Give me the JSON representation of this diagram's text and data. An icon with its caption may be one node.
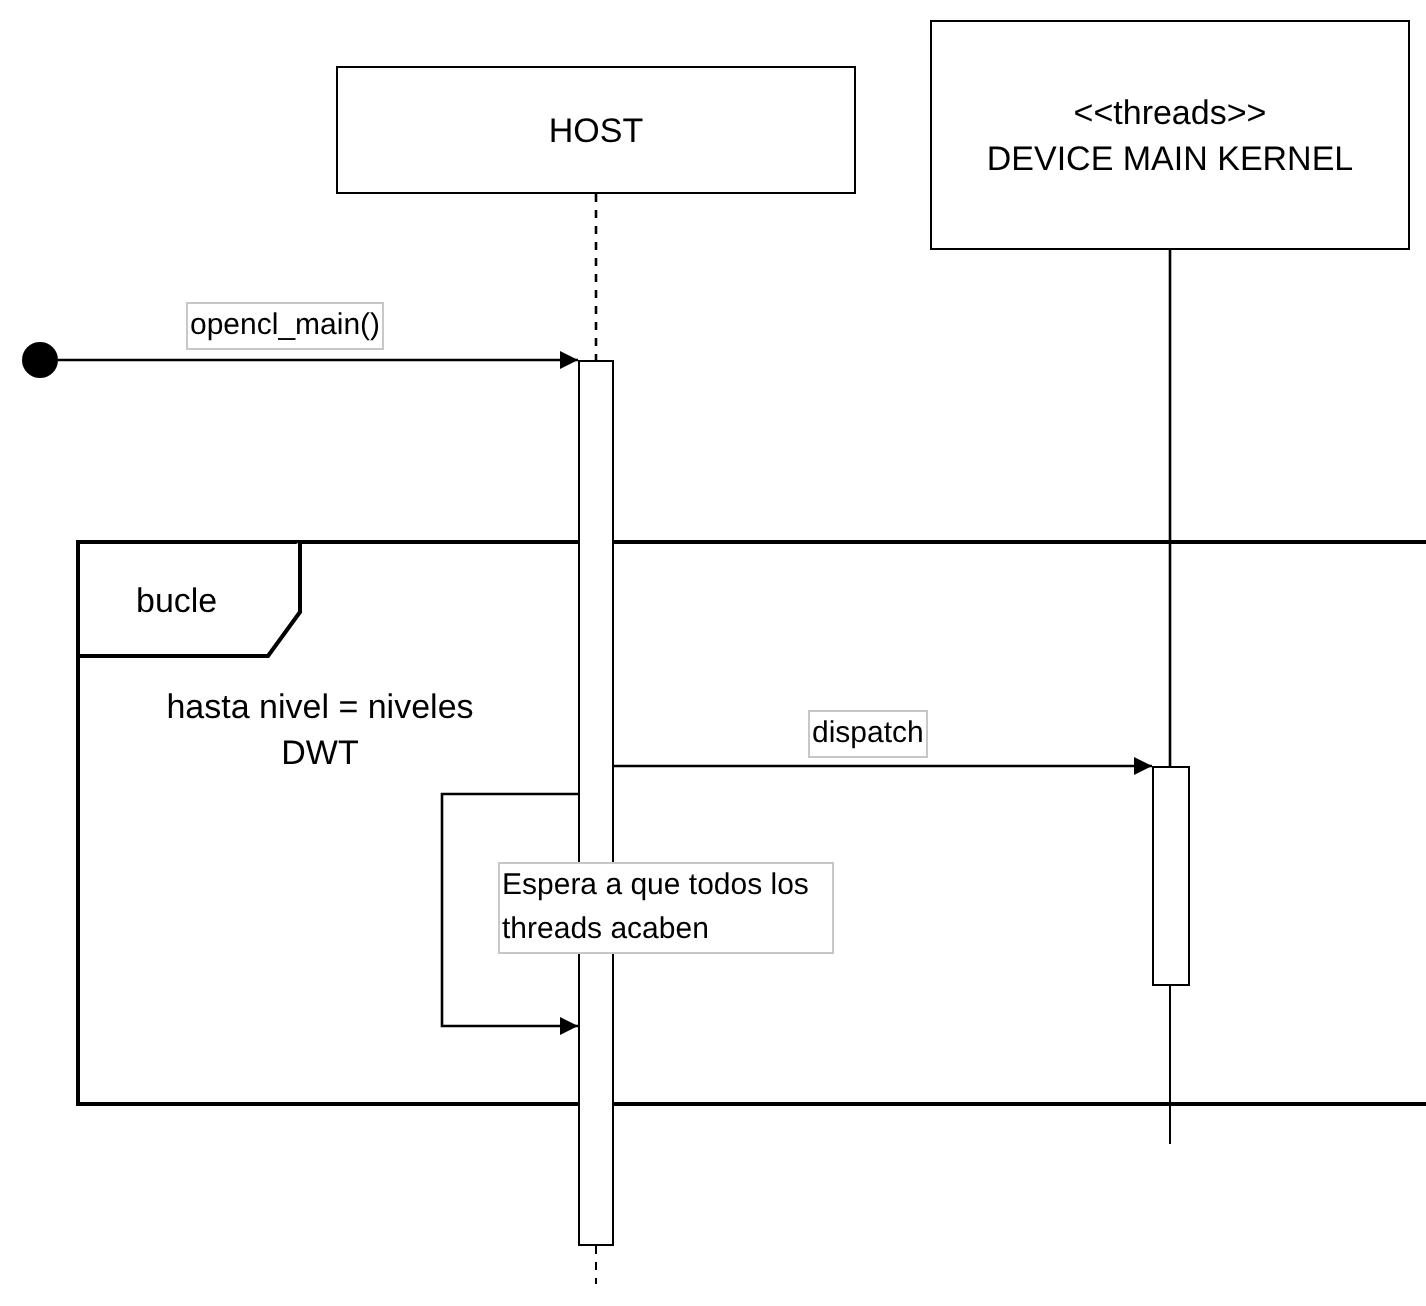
{
  "diagram": {
    "nodes": [
      {
        "text": [
          "HOST"
        ]
      },
      {
        "text": [
          "<<threads>>",
          "DEVICE MAIN KERNEL"
        ]
      },
      {
        "text": [],
        "shape": "circle"
      },
      {
        "text": [],
        "shape": "bar"
      },
      {
        "text": [
          "bucle",
          "hasta nivel = niveles DWT"
        ]
      },
      {
        "text": [],
        "shape": "bar",
        "in": 4
      }
    ],
    "edges": [
      {
        "from": 2,
        "to": 3,
        "arrow": "to",
        "label": "opencl_main()"
      },
      {
        "from": 3,
        "to": 5,
        "arrow": "to",
        "label": "dispatch"
      },
      {
        "from": 3,
        "to": 3,
        "arrow": "to",
        "label": "Espera a que todos los threads acaben"
      },
      {
        "from": 0,
        "to": 3,
        "arrow": "none",
        "style": "dashed"
      },
      {
        "from": 1,
        "to": 5,
        "arrow": "none"
      }
    ]
  }
}
